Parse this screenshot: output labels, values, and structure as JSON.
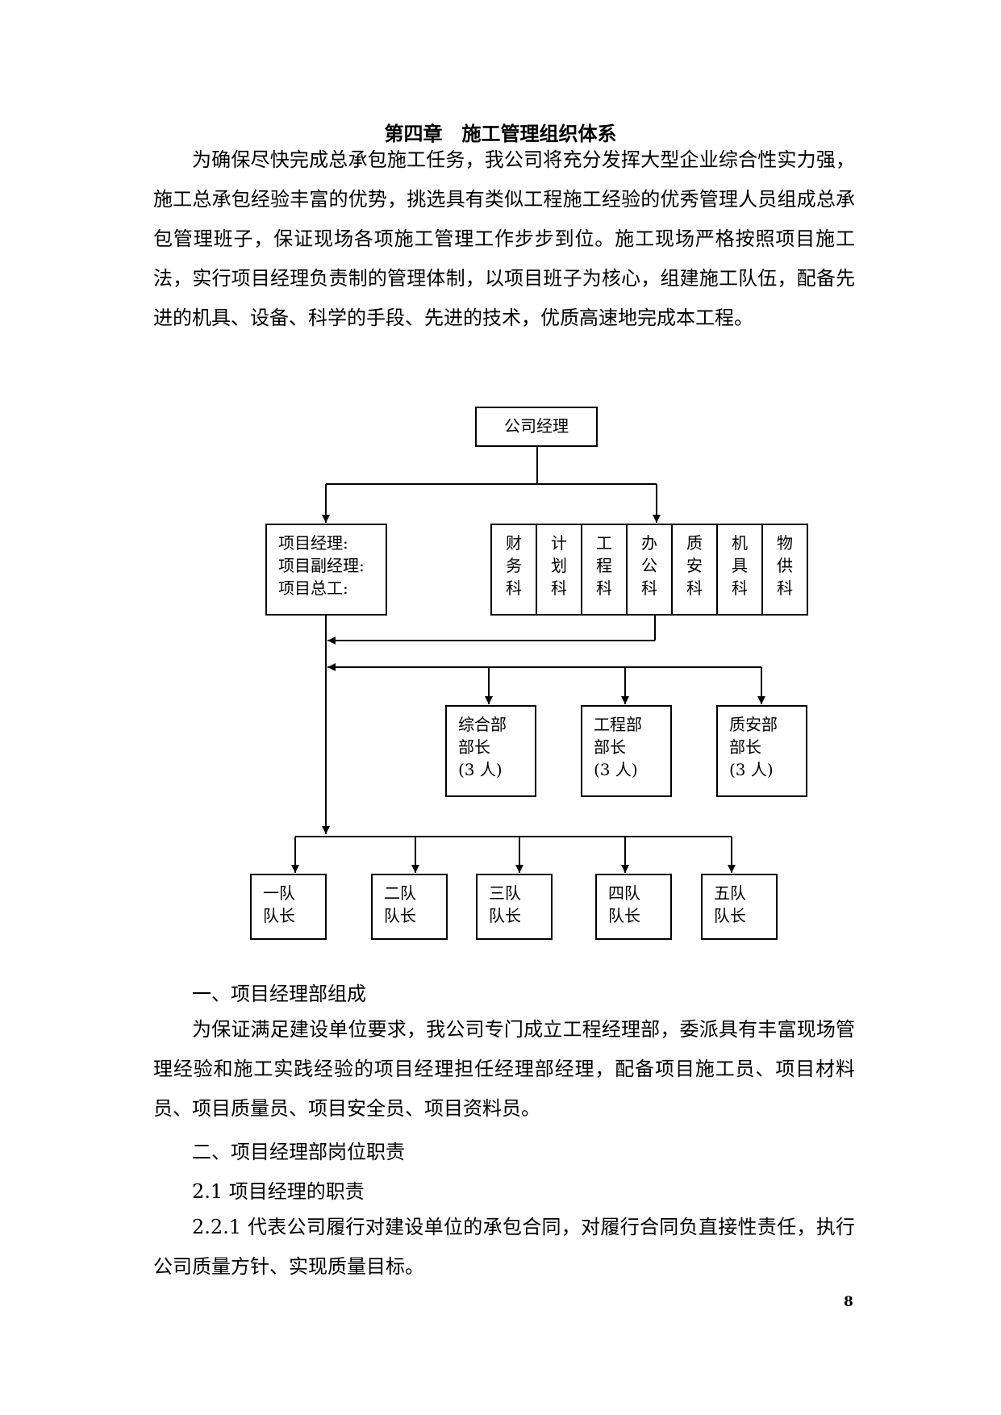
{
  "document": {
    "title": "第四章　施工管理组织体系",
    "intro": "为确保尽快完成总承包施工任务，我公司将充分发挥大型企业综合性实力强，施工总承包经验丰富的优势，挑选具有类似工程施工经验的优秀管理人员组成总承包管理班子，保证现场各项施工管理工作步步到位。施工现场严格按照项目施工法，实行项目经理负责制的管理体制，以项目班子为核心，组建施工队伍，配备先进的机具、设备、科学的手段、先进的技术，优质高速地完成本工程。",
    "section1_heading": "一、项目经理部组成",
    "section1_text": "为保证满足建设单位要求，我公司专门成立工程经理部，委派具有丰富现场管理经验和施工实践经验的项目经理担任经理部经理，配备项目施工员、项目材料员、项目质量员、项目安全员、项目资料员。",
    "section2_heading": "二、项目经理部岗位职责",
    "section21_heading": "2.1 项目经理的职责",
    "section221_text": "2.2.1 代表公司履行对建设单位的承包合同，对履行合同负直接性责任，执行公司质量方针、实现质量目标。",
    "page_number": "8"
  },
  "org_chart": {
    "top": "公司经理",
    "project_box": [
      "项目经理:",
      "项目副经理:",
      "项目总工:"
    ],
    "departments": [
      [
        "财",
        "务",
        "科"
      ],
      [
        "计",
        "划",
        "科"
      ],
      [
        "工",
        "程",
        "科"
      ],
      [
        "办",
        "公",
        "科"
      ],
      [
        "质",
        "安",
        "科"
      ],
      [
        "机",
        "具",
        "科"
      ],
      [
        "物",
        "供",
        "科"
      ]
    ],
    "ministers": [
      [
        "综合部",
        "部长",
        "(3 人)"
      ],
      [
        "工程部",
        "部长",
        "(3 人)"
      ],
      [
        "质安部",
        "部长",
        "(3 人)"
      ]
    ],
    "teams": [
      [
        "一队",
        "队长"
      ],
      [
        "二队",
        "队长"
      ],
      [
        "三队",
        "队长"
      ],
      [
        "四队",
        "队长"
      ],
      [
        "五队",
        "队长"
      ]
    ]
  }
}
